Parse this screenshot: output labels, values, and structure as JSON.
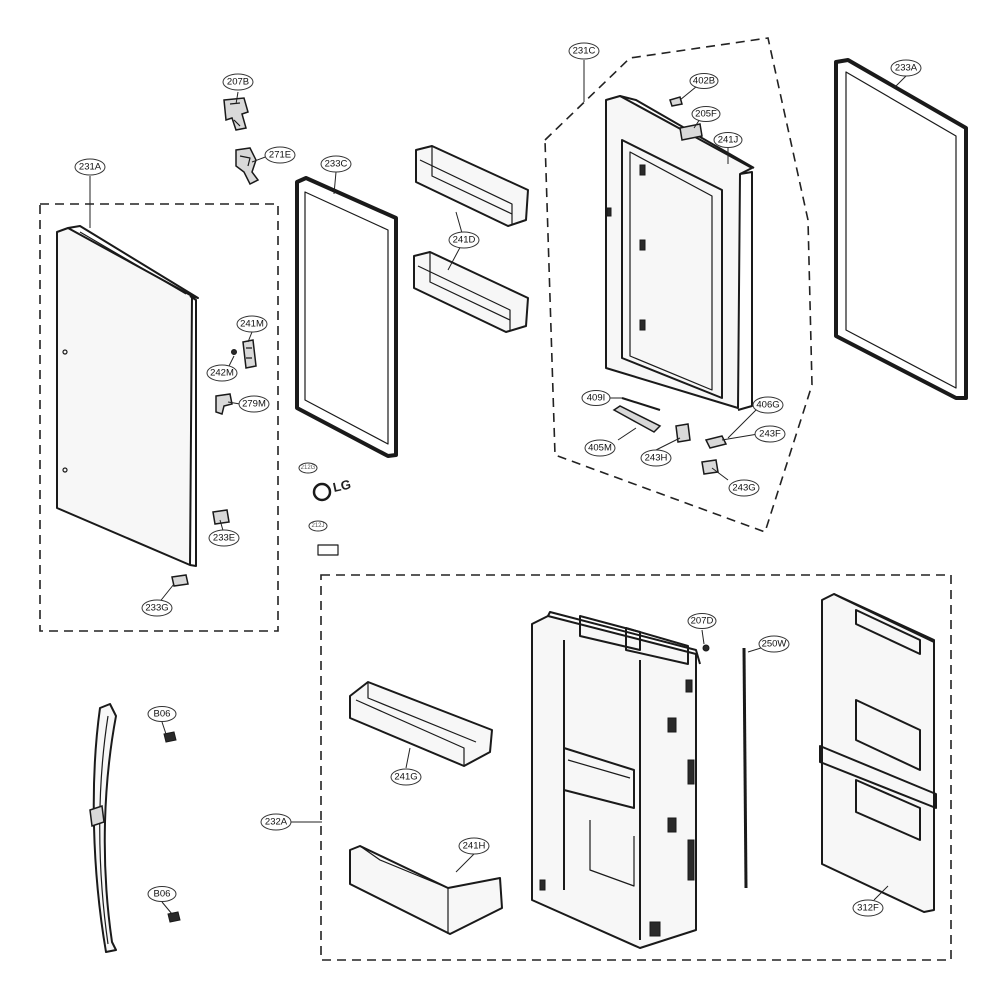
{
  "callouts": [
    {
      "id": "231A",
      "label": "231A"
    },
    {
      "id": "207B",
      "label": "207B"
    },
    {
      "id": "271E",
      "label": "271E"
    },
    {
      "id": "233C",
      "label": "233C"
    },
    {
      "id": "241M",
      "label": "241M"
    },
    {
      "id": "242M",
      "label": "242M"
    },
    {
      "id": "279M",
      "label": "279M"
    },
    {
      "id": "233E",
      "label": "233E"
    },
    {
      "id": "233G",
      "label": "233G"
    },
    {
      "id": "212G",
      "label": "212G"
    },
    {
      "id": "212J",
      "label": "212J"
    },
    {
      "id": "241D",
      "label": "241D"
    },
    {
      "id": "231C",
      "label": "231C"
    },
    {
      "id": "402B",
      "label": "402B"
    },
    {
      "id": "205F",
      "label": "205F"
    },
    {
      "id": "241J",
      "label": "241J"
    },
    {
      "id": "233A",
      "label": "233A"
    },
    {
      "id": "409I",
      "label": "409I"
    },
    {
      "id": "405M",
      "label": "405M"
    },
    {
      "id": "243H",
      "label": "243H"
    },
    {
      "id": "406G",
      "label": "406G"
    },
    {
      "id": "243F",
      "label": "243F"
    },
    {
      "id": "243G",
      "label": "243G"
    },
    {
      "id": "B06a",
      "label": "B06"
    },
    {
      "id": "B06b",
      "label": "B06"
    },
    {
      "id": "207D",
      "label": "207D"
    },
    {
      "id": "250W",
      "label": "250W"
    },
    {
      "id": "241G",
      "label": "241G"
    },
    {
      "id": "241H",
      "label": "241H"
    },
    {
      "id": "232A",
      "label": "232A"
    },
    {
      "id": "312F",
      "label": "312F"
    }
  ],
  "logo": {
    "text": "LG"
  },
  "icons": {
    "logo_emblem": "lg-logo-emblem-icon"
  },
  "colors": {
    "line": "#1a1a1a",
    "background": "#ffffff"
  }
}
